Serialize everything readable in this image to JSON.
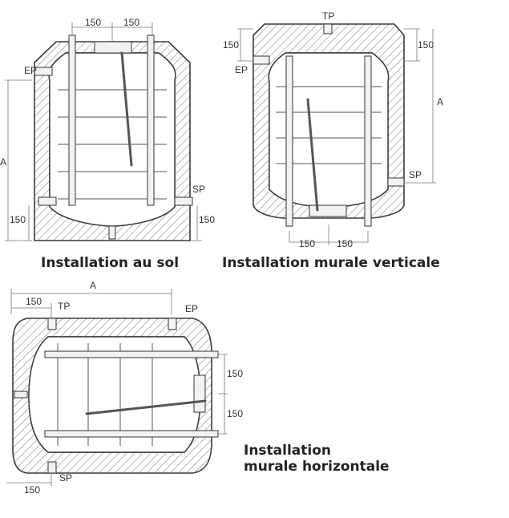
{
  "colors": {
    "line": "#3a3a3a",
    "text": "#333333",
    "caption": "#222222",
    "hatch": "#8a8a8a"
  },
  "diagrams": {
    "floor": {
      "caption": "Installation au sol",
      "labels": {
        "ep": "EP",
        "sp": "SP",
        "a": "A",
        "top_left": "150",
        "top_right": "150",
        "bottom_left": "150",
        "bottom_right": "150"
      }
    },
    "vertical": {
      "caption": "Installation murale verticale",
      "labels": {
        "tp": "TP",
        "ep": "EP",
        "sp": "SP",
        "a": "A",
        "left": "150",
        "right": "150",
        "bottom_left": "150",
        "bottom_right": "150"
      }
    },
    "horizontal": {
      "caption_line1": "Installation",
      "caption_line2": "murale horizontale",
      "labels": {
        "a": "A",
        "tp": "TP",
        "ep": "EP",
        "sp": "SP",
        "top_left": "150",
        "bottom_left": "150",
        "right_upper": "150",
        "right_lower": "150"
      }
    }
  }
}
